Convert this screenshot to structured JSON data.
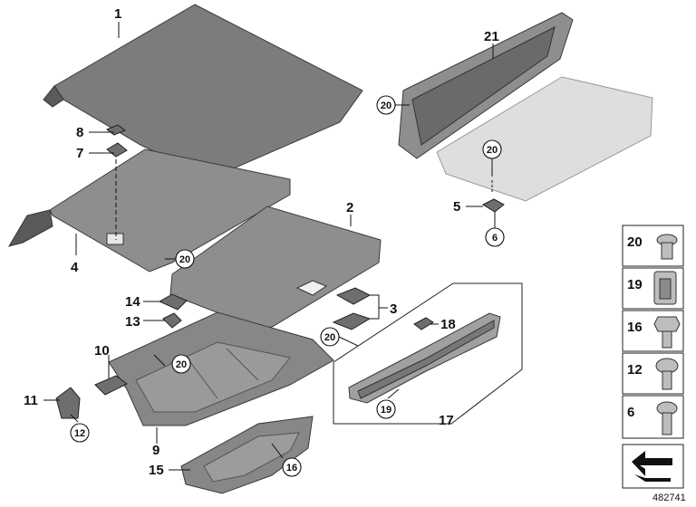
{
  "callouts": {
    "c1": "1",
    "c2": "2",
    "c3": "3",
    "c4": "4",
    "c5": "5",
    "c6": "6",
    "c7": "7",
    "c8": "8",
    "c9": "9",
    "c10": "10",
    "c11": "11",
    "c12": "12",
    "c13": "13",
    "c14": "14",
    "c15": "15",
    "c16": "16",
    "c17": "17",
    "c18": "18",
    "c19": "19",
    "c20": "20",
    "c21": "21"
  },
  "legend": {
    "items": [
      "20",
      "19",
      "16",
      "12",
      "6"
    ]
  },
  "reference_number": "482741"
}
